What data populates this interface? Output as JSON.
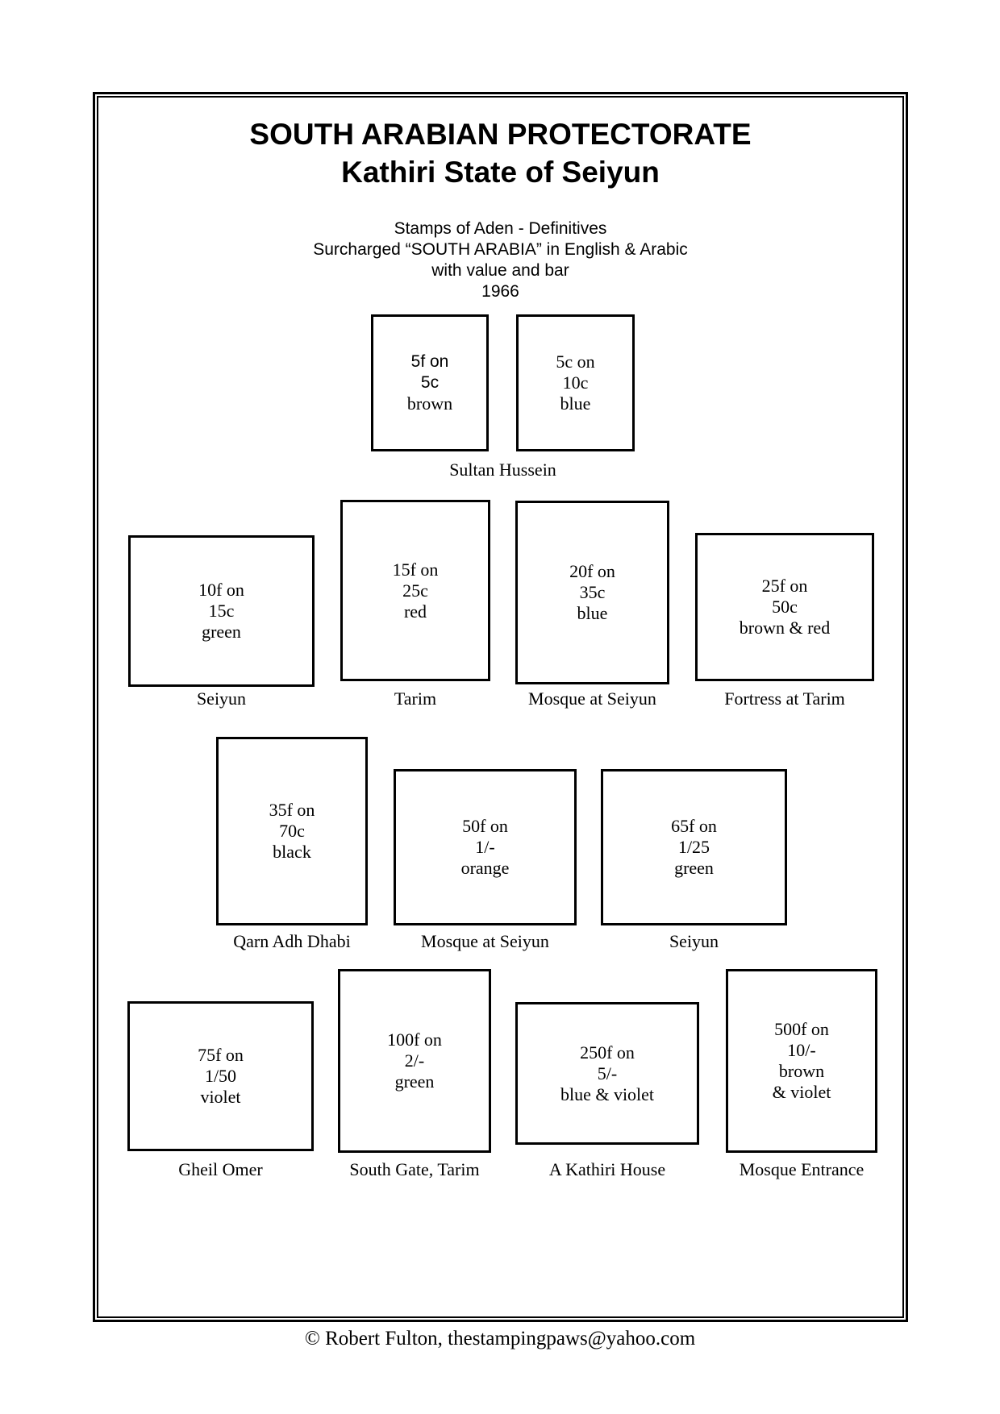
{
  "header": {
    "title_line1": "SOUTH ARABIAN PROTECTORATE",
    "title_line2": "Kathiri State of Seiyun",
    "subtitle_line1": "Stamps of Aden - Definitives",
    "subtitle_line2": "Surcharged “SOUTH ARABIA” in English & Arabic",
    "subtitle_line3": "with value and bar",
    "subtitle_line4": "1966"
  },
  "stamps": [
    {
      "lines": [
        "5f on",
        "5c",
        "brown"
      ]
    },
    {
      "lines": [
        "5c on",
        "10c",
        "blue"
      ]
    },
    {
      "lines": [
        "10f on",
        "15c",
        "green"
      ]
    },
    {
      "lines": [
        "15f on",
        "25c",
        "red"
      ]
    },
    {
      "lines": [
        "20f on",
        "35c",
        "blue"
      ]
    },
    {
      "lines": [
        "25f on",
        "50c",
        "brown & red"
      ]
    },
    {
      "lines": [
        "35f on",
        "70c",
        "black"
      ]
    },
    {
      "lines": [
        "50f on",
        "1/-",
        "orange"
      ]
    },
    {
      "lines": [
        "65f on",
        "1/25",
        "green"
      ]
    },
    {
      "lines": [
        "75f on",
        "1/50",
        "violet"
      ]
    },
    {
      "lines": [
        "100f on",
        "2/-",
        "green"
      ]
    },
    {
      "lines": [
        "250f on",
        "5/-",
        "blue & violet"
      ]
    },
    {
      "lines": [
        "500f on",
        "10/-",
        "brown",
        "& violet"
      ]
    }
  ],
  "captions": [
    "Sultan Hussein",
    "Seiyun",
    "Tarim",
    "Mosque at Seiyun",
    "Fortress at Tarim",
    "Qarn Adh Dhabi",
    "Mosque at Seiyun",
    "Seiyun",
    "Gheil Omer",
    "South Gate, Tarim",
    "A Kathiri House",
    "Mosque Entrance"
  ],
  "footer": {
    "credit": "© Robert Fulton, thestampingpaws@yahoo.com"
  },
  "colors": {
    "ink": "#000000",
    "paper": "#ffffff"
  }
}
